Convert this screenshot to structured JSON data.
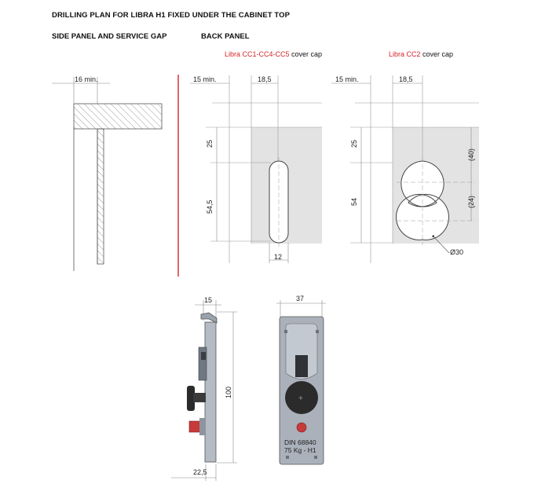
{
  "title": "DRILLING PLAN FOR LIBRA H1 FIXED UNDER THE CABINET TOP",
  "sections": {
    "side_panel": "SIDE PANEL AND SERVICE GAP",
    "back_panel": "BACK PANEL"
  },
  "captions": {
    "left_name": "Libra CC1-CC4-CC5",
    "left_rest": " cover cap",
    "right_name": "Libra CC2",
    "right_rest": " cover cap"
  },
  "dimensions": {
    "side_gap": "16 min.",
    "left_min": "15 min.",
    "left_offset": "18,5",
    "left_top": "25",
    "left_slot": "54,5",
    "left_width": "12",
    "right_min": "15 min.",
    "right_offset": "18,5",
    "right_top": "25",
    "right_height": "54",
    "right_40": "(40)",
    "right_24": "(24)",
    "right_dia": "Ø30",
    "dev_depth": "15",
    "dev_height": "100",
    "dev_base": "22,5",
    "dev_width": "37"
  },
  "device": {
    "plate_line1": "DIN 68840",
    "plate_line2": "75 Kg - H1"
  },
  "colors": {
    "accent_red": "#d4262a",
    "metal": "#9aa2ad",
    "metal_dark": "#6f7782",
    "hatch": "#9a9a9a"
  }
}
